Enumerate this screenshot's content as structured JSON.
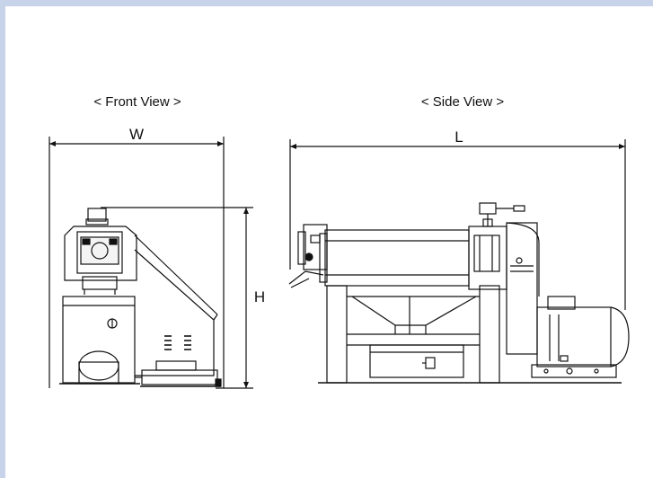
{
  "front_view": {
    "title": "< Front View >",
    "dim_width": "W",
    "dim_height": "H"
  },
  "side_view": {
    "title": "< Side View >",
    "dim_length": "L"
  },
  "colors": {
    "frame": "#c7d3e8",
    "panel": "#ffffff",
    "line": "#111111"
  }
}
